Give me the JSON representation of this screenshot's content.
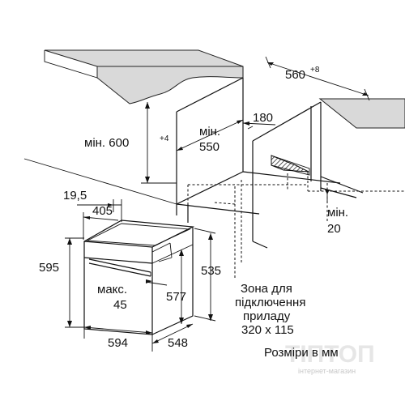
{
  "dimensions": {
    "niche_width": "560",
    "niche_width_tol": "+8",
    "niche_height_label": "мін. 600",
    "niche_height_tol": "+4",
    "min_550_line1": "мін.",
    "min_550_line2": "550",
    "gap_180": "180",
    "min_20_line1": "мін.",
    "min_20_line2": "20",
    "front_19_5": "19,5",
    "door_405": "405",
    "height_595": "595",
    "height_535": "535",
    "height_577": "577",
    "max45_line1": "макс.",
    "max45_line2": "45",
    "width_594": "594",
    "depth_548": "548"
  },
  "connection_zone": {
    "line1": "Зона для",
    "line2": "підключення",
    "line3": "приладу",
    "line4": "320 x 115"
  },
  "units_note": "Розміри в мм",
  "watermark": {
    "brand": "ТІПТОП",
    "tagline": "інтернет-магазин"
  }
}
